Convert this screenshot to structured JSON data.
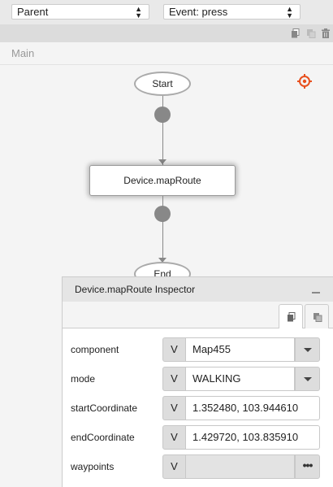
{
  "toolbar": {
    "scope_select": {
      "value": "Parent"
    },
    "event_select": {
      "value": "Event: press"
    }
  },
  "subbar": {
    "icons": [
      "copy-icon",
      "paste-icon",
      "trash-icon"
    ]
  },
  "section_label": "Main",
  "flow": {
    "start_label": "Start",
    "action_label": "Device.mapRoute",
    "end_label": "End",
    "locate_icon": "crosshair-icon",
    "accent_color": "#e8501e"
  },
  "inspector": {
    "title": "Device.mapRoute Inspector",
    "tabs": [
      "copy-icon",
      "paste-icon"
    ],
    "rows": [
      {
        "label": "component",
        "v": "V",
        "value": "Map455",
        "control": "dropdown"
      },
      {
        "label": "mode",
        "v": "V",
        "value": "WALKING",
        "control": "dropdown"
      },
      {
        "label": "startCoordinate",
        "v": "V",
        "value": "1.352480, 103.944610",
        "control": "text"
      },
      {
        "label": "endCoordinate",
        "v": "V",
        "value": "1.429720, 103.835910",
        "control": "text"
      },
      {
        "label": "waypoints",
        "v": "V",
        "value": "",
        "control": "more",
        "more_label": "•••"
      }
    ]
  }
}
